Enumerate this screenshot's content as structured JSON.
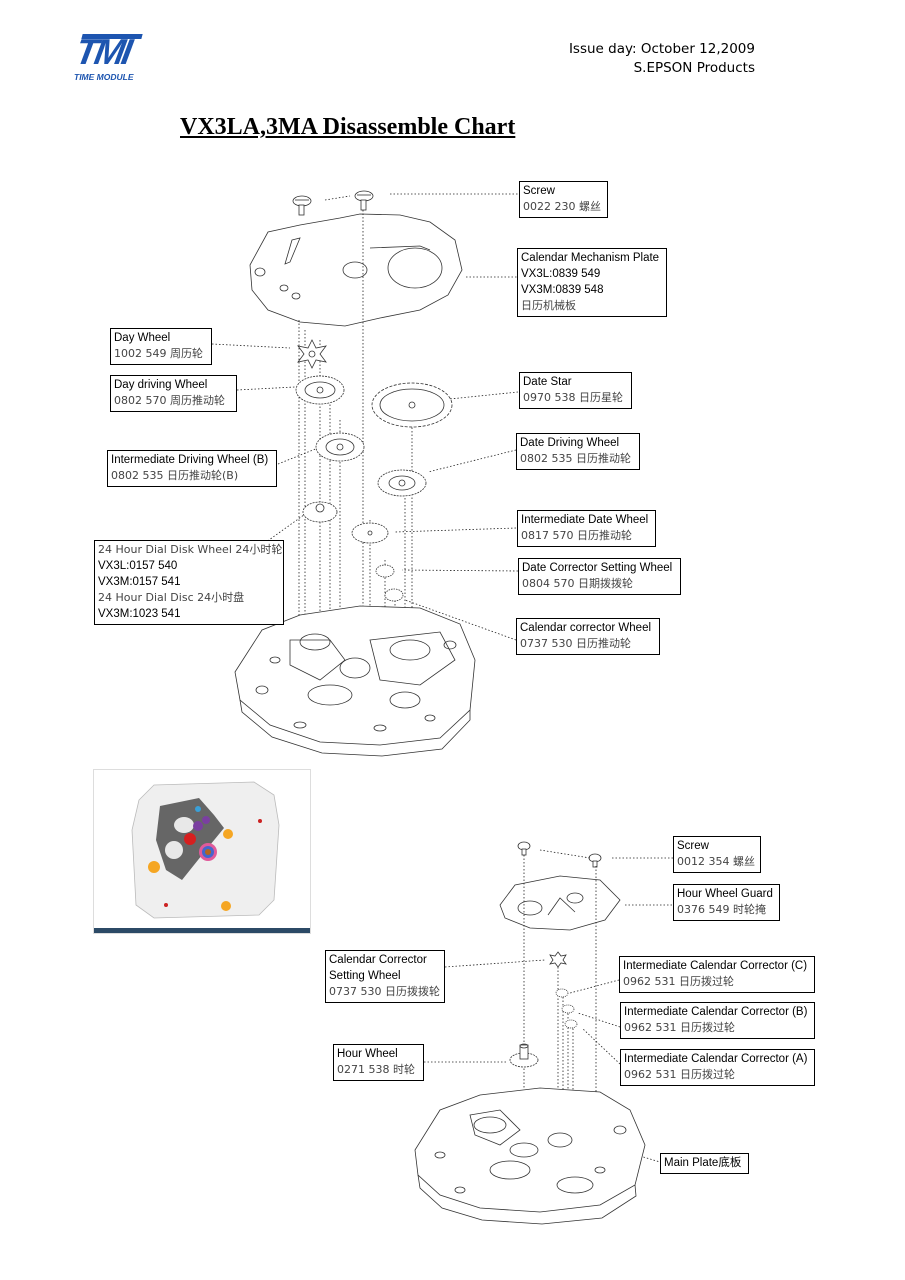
{
  "header": {
    "logo_text": "TMI",
    "logo_subtext": "TIME MODULE",
    "issue_day": "Issue day: October 12,2009",
    "company": "S.EPSON Products",
    "title": "VX3LA,3MA Disassemble Chart"
  },
  "colors": {
    "logo_blue": "#1d55b0",
    "thumbnail_bar": "#2c4a66"
  },
  "top_diagram": {
    "labels": [
      {
        "id": "screw-1",
        "lines": [
          "Screw",
          "0022 230  螺丝"
        ]
      },
      {
        "id": "calendar-mechanism-plate",
        "lines": [
          "Calendar Mechanism Plate",
          "VX3L:0839 549",
          "VX3M:0839 548",
          "日历机械板"
        ]
      },
      {
        "id": "day-wheel",
        "lines": [
          "Day Wheel",
          "1002 549  周历轮"
        ]
      },
      {
        "id": "day-driving-wheel",
        "lines": [
          "Day driving Wheel",
          "0802 570  周历推动轮"
        ]
      },
      {
        "id": "intermediate-driving-wheel-b",
        "lines": [
          "Intermediate Driving Wheel (B)",
          "0802 535    日历推动轮(B)"
        ]
      },
      {
        "id": "24-hour-dial",
        "lines": [
          "24 Hour Dial Disk Wheel 24小时轮",
          "VX3L:0157 540",
          "VX3M:0157 541",
          "24 Hour Dial Disc  24小时盘",
          "VX3M:1023 541"
        ]
      },
      {
        "id": "date-star",
        "lines": [
          "Date Star",
          "0970 538  日历星轮"
        ]
      },
      {
        "id": "date-driving-wheel",
        "lines": [
          "Date Driving Wheel",
          "0802 535  日历推动轮"
        ]
      },
      {
        "id": "intermediate-date-wheel",
        "lines": [
          "Intermediate Date Wheel",
          " 0817 570    日历推动轮"
        ]
      },
      {
        "id": "date-corrector-setting-wheel",
        "lines": [
          "Date Corrector Setting Wheel",
          "0804 570      日期拨拨轮"
        ]
      },
      {
        "id": "calendar-corrector-wheel",
        "lines": [
          "Calendar corrector Wheel",
          "0737 530   日历推动轮"
        ]
      }
    ]
  },
  "bottom_diagram": {
    "labels": [
      {
        "id": "screw-2",
        "lines": [
          "Screw",
          "0012 354  螺丝"
        ]
      },
      {
        "id": "hour-wheel-guard",
        "lines": [
          "Hour Wheel Guard",
          "0376 549  时轮掩"
        ]
      },
      {
        "id": "calendar-corrector-setting-wheel",
        "lines": [
          "Calendar Corrector",
          "Setting  Wheel",
          "0737 530 日历拨拨轮"
        ]
      },
      {
        "id": "intermediate-calendar-corrector-c",
        "lines": [
          "Intermediate Calendar Corrector (C)",
          "0962 531    日历拨过轮"
        ]
      },
      {
        "id": "intermediate-calendar-corrector-b",
        "lines": [
          "Intermediate Calendar Corrector (B)",
          "0962 531    日历拨过轮"
        ]
      },
      {
        "id": "intermediate-calendar-corrector-a",
        "lines": [
          "Intermediate Calendar Corrector (A)",
          "0962 531    日历拨过轮"
        ]
      },
      {
        "id": "hour-wheel",
        "lines": [
          "Hour Wheel",
          "0271 538   时轮"
        ]
      },
      {
        "id": "main-plate",
        "lines": [
          "Main Plate底板"
        ]
      }
    ]
  },
  "thumbnail": {
    "description": "Colored movement overview",
    "marker_colors": [
      "#f5a623",
      "#cc2222",
      "#7a3fa0",
      "#3aa0d8",
      "#e05a9a"
    ]
  }
}
